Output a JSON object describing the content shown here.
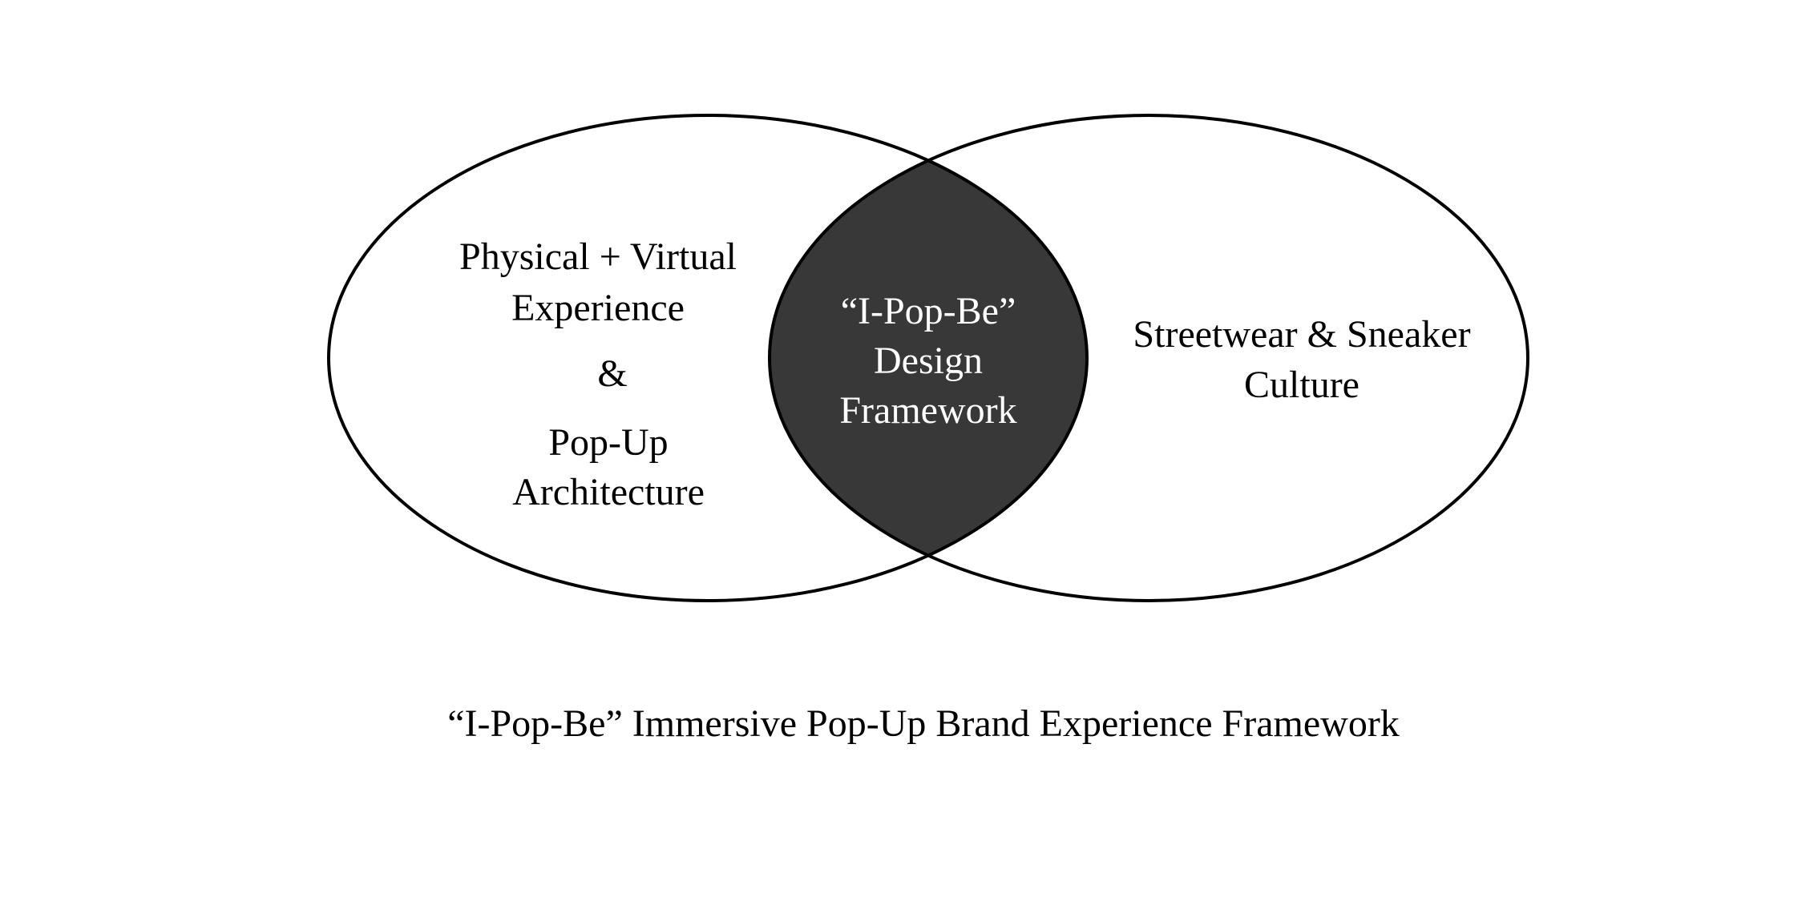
{
  "diagram": {
    "left_set": {
      "line1": "Physical + Virtual",
      "line2": "Experience",
      "ampersand": "&",
      "line3": "Pop-Up",
      "line4": "Architecture"
    },
    "right_set": {
      "line1": "Streetwear & Sneaker",
      "line2": "Culture"
    },
    "intersection": {
      "line1": "“I-Pop-Be”",
      "line2": "Design",
      "line3": "Framework"
    },
    "caption": "“I-Pop-Be” Immersive Pop-Up Brand Experience Framework"
  },
  "colors": {
    "outline": "#000000",
    "intersection_fill": "#383838",
    "intersection_text": "#ffffff",
    "text": "#000000",
    "background": "#ffffff"
  }
}
